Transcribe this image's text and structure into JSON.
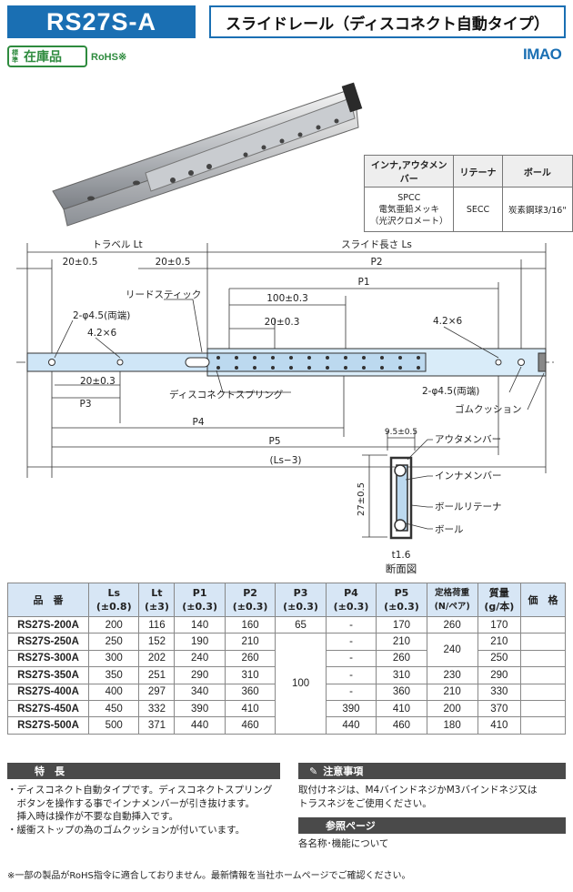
{
  "header": {
    "model": "RS27S-A",
    "title": "スライドレール（ディスコネクト自動タイプ）"
  },
  "badges": {
    "stock_small": "標準",
    "stock_big": "在庫品",
    "rohs": "RoHS※",
    "brand": "IMAO"
  },
  "material": {
    "headers": [
      "インナ,アウタメンバー",
      "リテーナ",
      "ボール"
    ],
    "row": [
      "SPCC\n電気亜鉛メッキ\n（光沢クロメート）",
      "SECC",
      "炭素鋼球3/16\""
    ]
  },
  "drawing": {
    "travel": "トラベル Lt",
    "slide_len": "スライド長さ Ls",
    "d20a": "20±0.5",
    "d20b": "20±0.5",
    "p2": "P2",
    "p1": "P1",
    "lead": "リードスティック",
    "d100": "100±0.3",
    "d20c": "20±0.3",
    "hole_l": "2-φ4.5(両端)",
    "r42l": "4.2×6",
    "r42r": "4.2×6",
    "d20d": "20±0.3",
    "p3": "P3",
    "spring": "ディスコネクトスプリング",
    "hole_r": "2-φ4.5(両端)",
    "cushion": "ゴムクッション",
    "p4": "P4",
    "p5": "P5",
    "ls3": "(Ls−3)"
  },
  "section": {
    "w": "9.5±0.5",
    "h": "27±0.5",
    "outer": "アウタメンバー",
    "inner": "インナメンバー",
    "retainer": "ボールリテーナ",
    "ball": "ボール",
    "t": "t1.6",
    "caption": "断面図"
  },
  "spec": {
    "headers": [
      "品　番",
      "Ls\n(±0.8)",
      "Lt\n(±3)",
      "P1\n(±0.3)",
      "P2\n(±0.3)",
      "P3\n(±0.3)",
      "P4\n(±0.3)",
      "P5\n(±0.3)",
      "定格荷重\n(N/ペア)",
      "質量\n(g/本)",
      "価　格"
    ],
    "rows": [
      [
        "RS27S-200A",
        "200",
        "116",
        "140",
        "160",
        "65",
        "-",
        "170",
        "260",
        "170",
        ""
      ],
      [
        "RS27S-250A",
        "250",
        "152",
        "190",
        "210",
        "100",
        "-",
        "210",
        "240",
        "210",
        ""
      ],
      [
        "RS27S-300A",
        "300",
        "202",
        "240",
        "260",
        "",
        "-",
        "260",
        "",
        "250",
        ""
      ],
      [
        "RS27S-350A",
        "350",
        "251",
        "290",
        "310",
        "",
        "-",
        "310",
        "230",
        "290",
        ""
      ],
      [
        "RS27S-400A",
        "400",
        "297",
        "340",
        "360",
        "",
        "-",
        "360",
        "210",
        "330",
        ""
      ],
      [
        "RS27S-450A",
        "450",
        "332",
        "390",
        "410",
        "",
        "390",
        "410",
        "200",
        "370",
        ""
      ],
      [
        "RS27S-500A",
        "500",
        "371",
        "440",
        "460",
        "",
        "440",
        "460",
        "180",
        "410",
        ""
      ]
    ]
  },
  "features": {
    "title": "特　長",
    "lines": [
      "・ディスコネクト自動タイプです。ディスコネクトスプリング",
      "　ボタンを操作する事でインナメンバーが引き抜けます。",
      "　挿入時は操作が不要な自動挿入です。",
      "・緩衝ストップの為のゴムクッションが付いています。"
    ]
  },
  "notes": {
    "title": "注意事項",
    "lines": [
      "取付けネジは、M4バインドネジかM3バインドネジ又は",
      "トラスネジをご使用ください。"
    ]
  },
  "refs": {
    "title": "参照ページ",
    "text": "各名称･機能について"
  },
  "footnote": "※一部の製品がRoHS指令に適合しておりません。最新情報を当社ホームページでご確認ください。"
}
